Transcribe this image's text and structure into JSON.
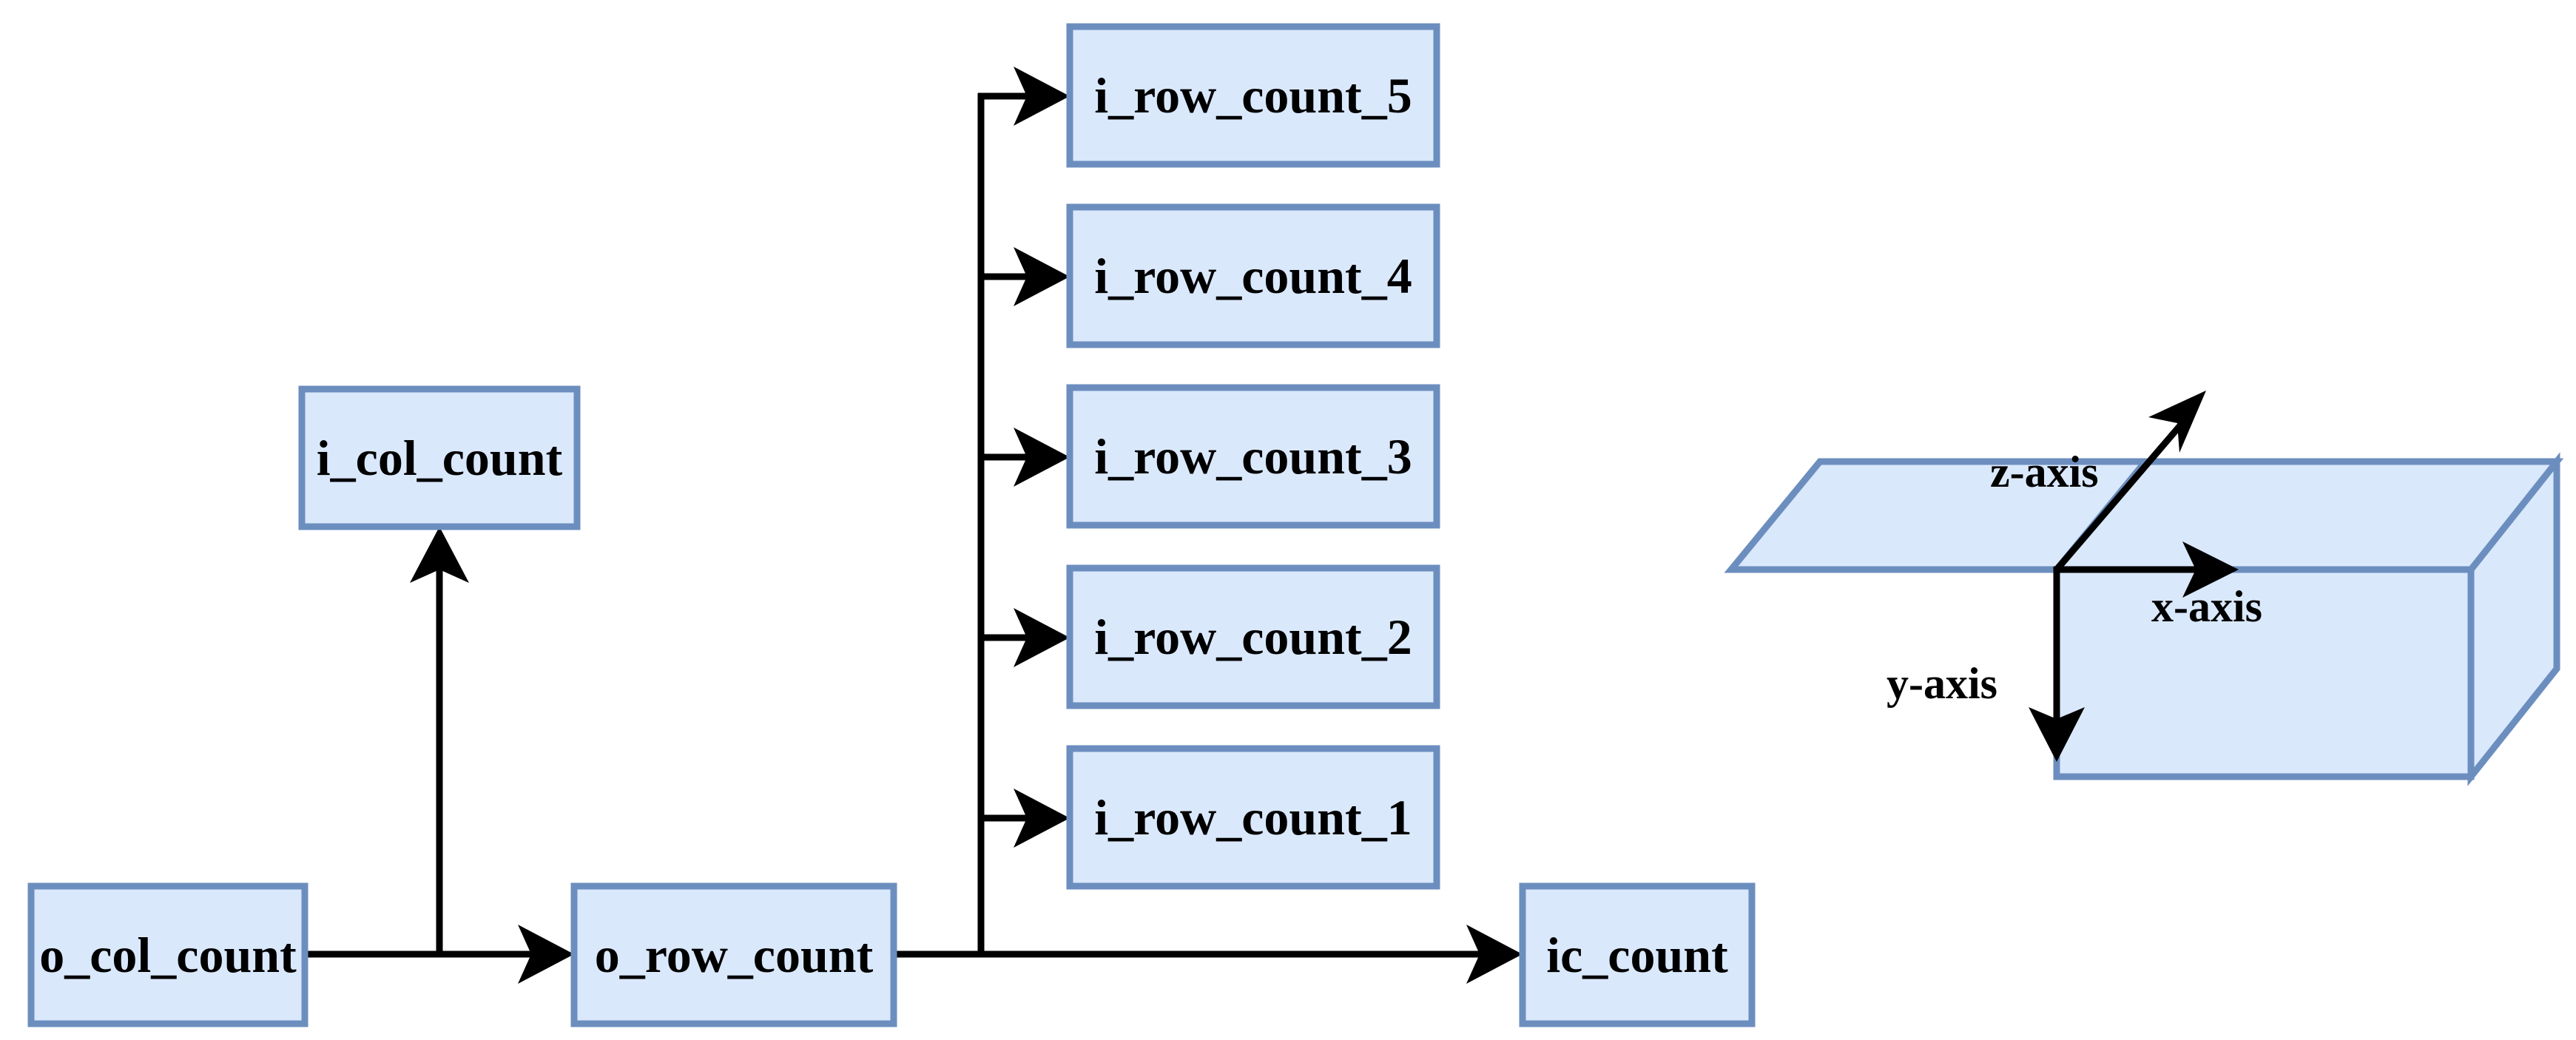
{
  "nodes": {
    "o_col_count": "o_col_count",
    "i_col_count": "i_col_count",
    "o_row_count": "o_row_count",
    "ic_count": "ic_count",
    "i_row_count_5": "i_row_count_5",
    "i_row_count_4": "i_row_count_4",
    "i_row_count_3": "i_row_count_3",
    "i_row_count_2": "i_row_count_2",
    "i_row_count_1": "i_row_count_1"
  },
  "axes": {
    "z": "z-axis",
    "x": "x-axis",
    "y": "y-axis"
  },
  "colors": {
    "node_fill": "#dae8fc",
    "node_stroke": "#6c8ebf",
    "edge": "#000000"
  }
}
